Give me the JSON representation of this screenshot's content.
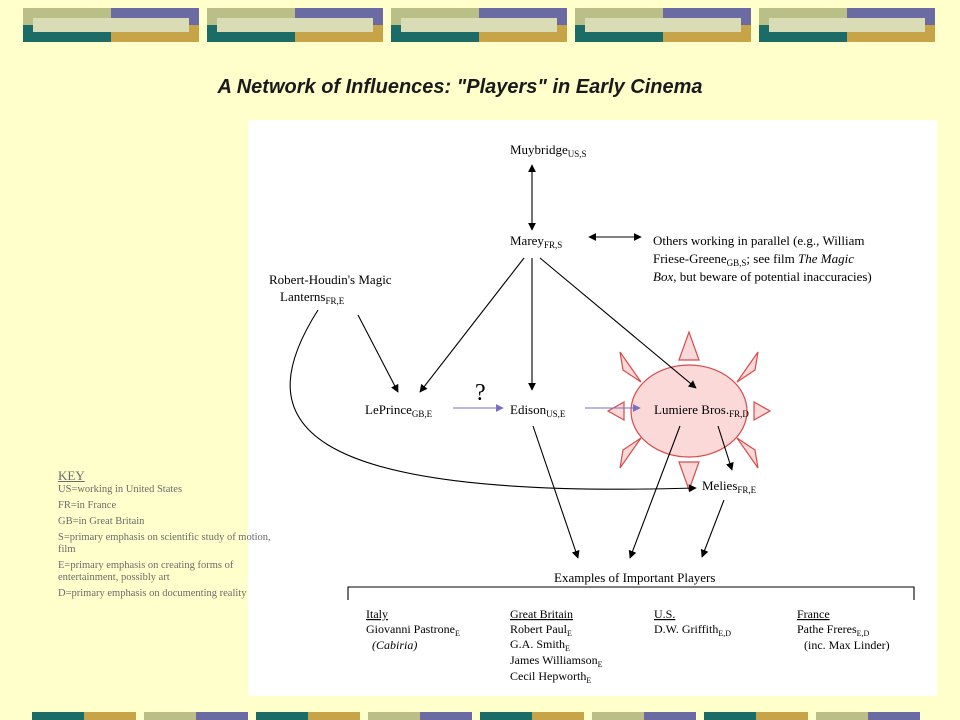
{
  "title": "A Network of Influences: \"Players\" in Early Cinema",
  "colors": {
    "background": "#ffffcc",
    "band_khaki": "#b9bf86",
    "band_purple": "#6a6ba3",
    "band_teal": "#1b6b66",
    "band_gold": "#c8a448",
    "sun_fill": "#fbd9d9",
    "sun_stroke": "#d94b4b"
  },
  "diagram": {
    "muybridge": {
      "name": "Muybridge",
      "sub": "US,S"
    },
    "marey": {
      "name": "Marey",
      "sub": "FR,S"
    },
    "others": {
      "line1": "Others working in parallel (e.g., William",
      "line2a": "Friese-Greene",
      "line2sub": "GB,S",
      "line2b": "; see film ",
      "line2italic": "The Magic",
      "line3a": "Box",
      "line3b": ", but beware of potential inaccuracies)"
    },
    "robert": {
      "line1": "Robert-Houdin's Magic",
      "line2": "Lanterns",
      "sub": "FR,E"
    },
    "leprince": {
      "name": "LePrince",
      "sub": "GB,E"
    },
    "edison": {
      "name": "Edison",
      "sub": "US,E"
    },
    "question": "?",
    "lumiere": {
      "name": "Lumiere Bros.",
      "sub": "FR,D"
    },
    "melies": {
      "name": "Melies",
      "sub": "FR,E"
    },
    "examples_header": "Examples of Important Players",
    "italy": {
      "heading": "Italy",
      "name1": "Giovanni Pastrone",
      "sub1": "E",
      "film": "(Cabiria)"
    },
    "gb": {
      "heading": "Great Britain",
      "names": [
        {
          "name": "Robert Paul",
          "sub": "E"
        },
        {
          "name": "G.A. Smith",
          "sub": "E"
        },
        {
          "name": "James Williamson",
          "sub": "E"
        },
        {
          "name": "Cecil Hepworth",
          "sub": "E"
        }
      ]
    },
    "us": {
      "heading": "U.S.",
      "name1": "D.W. Griffith",
      "sub1": "E,D"
    },
    "france": {
      "heading": "France",
      "name1": "Pathe Freres",
      "sub1": "E,D",
      "line2": "(inc. Max Linder)"
    }
  },
  "key": {
    "title": "KEY",
    "items": [
      "US=working in United States",
      "FR=in France",
      "GB=in Great Britain",
      "S=primary emphasis on scientific study of motion, film",
      "E=primary emphasis on creating forms of entertainment, possibly art",
      "D=primary emphasis on documenting reality"
    ]
  }
}
